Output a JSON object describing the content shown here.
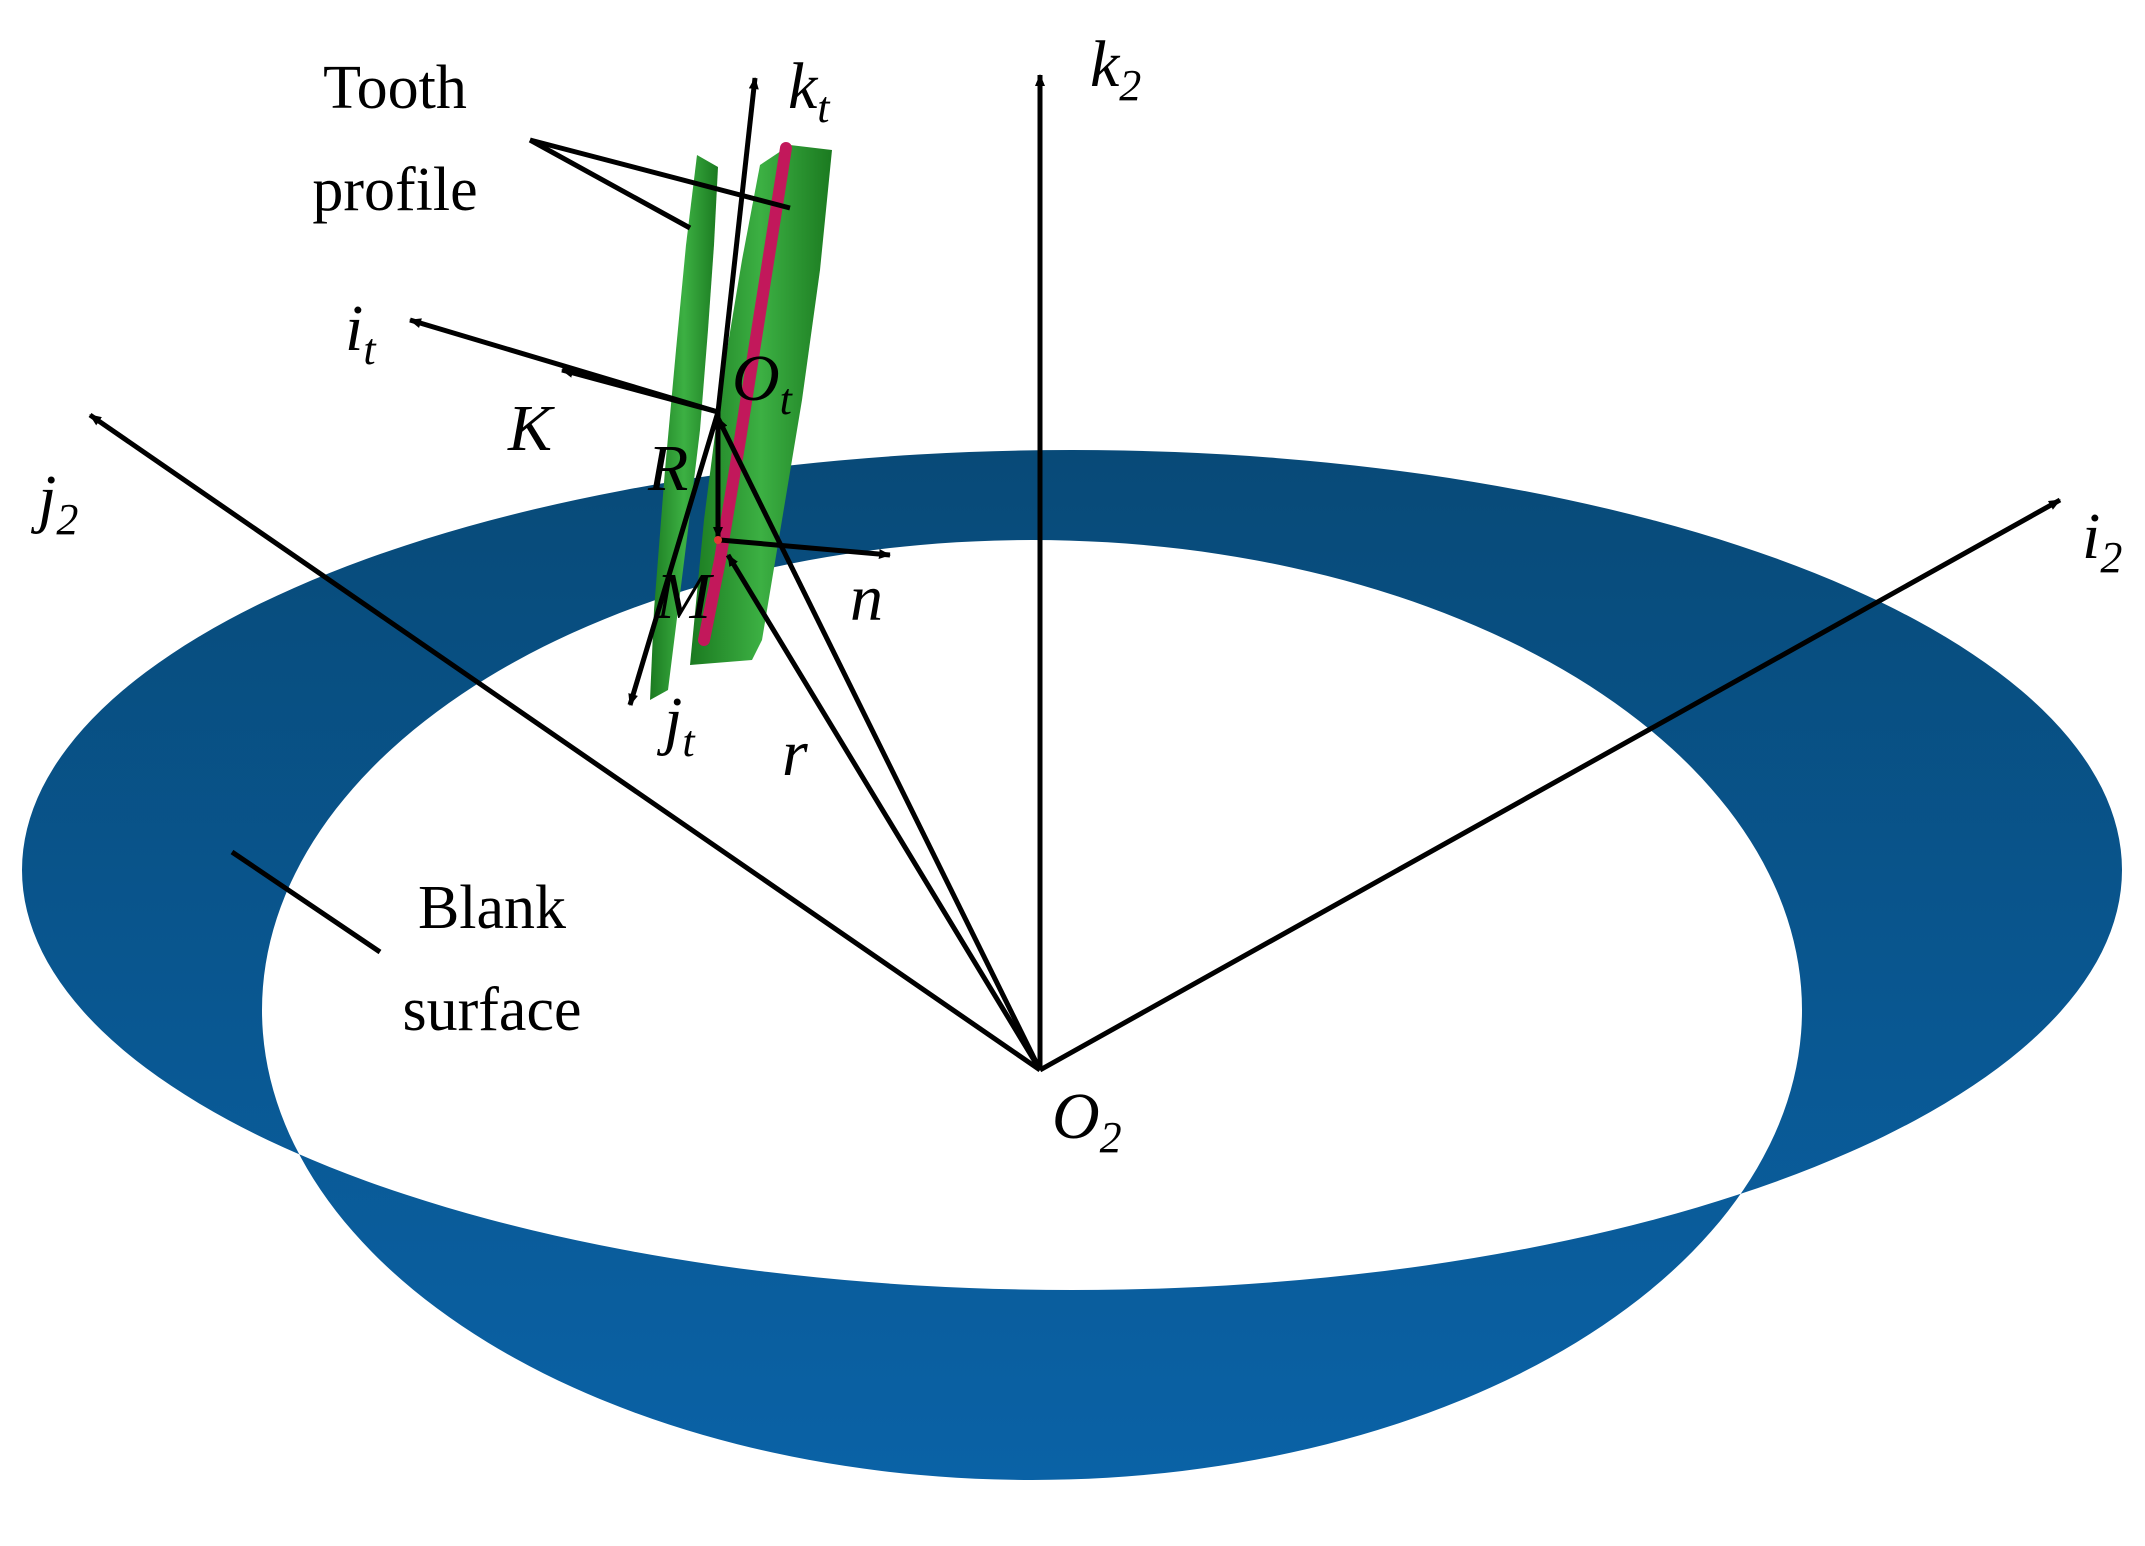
{
  "colors": {
    "blank_surface": "#0a5a96",
    "blank_surface_dark": "#084a78",
    "tooth_green": "#1f8a23",
    "tooth_green_light": "#3cb043",
    "tooth_contact_line": "#c2185b",
    "axes": "#000000"
  },
  "labels": {
    "tooth_profile_line1": "Tooth",
    "tooth_profile_line2": "profile",
    "blank_surface_line1": "Blank",
    "blank_surface_line2": "surface",
    "k2": {
      "main": "k",
      "sub": "2"
    },
    "kt": {
      "main": "k",
      "sub": "t"
    },
    "it": {
      "main": "i",
      "sub": "t"
    },
    "jt": {
      "main": "j",
      "sub": "t"
    },
    "j2": {
      "main": "j",
      "sub": "2"
    },
    "i2": {
      "main": "i",
      "sub": "2"
    },
    "Ot": {
      "main": "O",
      "sub": "t"
    },
    "O2": {
      "main": "O",
      "sub": "2"
    },
    "K": "K",
    "R": "R",
    "M": "M",
    "n": "n",
    "r": "r"
  }
}
